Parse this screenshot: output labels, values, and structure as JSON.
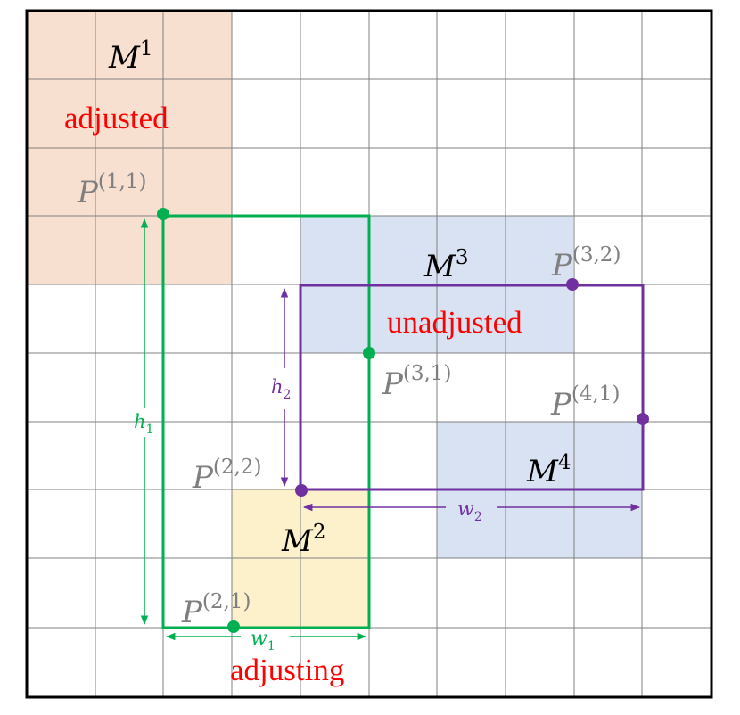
{
  "colors": {
    "grid": "#808080",
    "frame": "#000000",
    "green": "#00B050",
    "purple": "#7030A0",
    "red": "#FF0000",
    "gray_label": "#7F7F7F",
    "black_label": "#000000",
    "fill_m1": "#F8E0D1",
    "fill_m2": "#FDF1CC",
    "fill_m3m4": "#D9E2F2"
  },
  "labels": {
    "m1": "M",
    "m1_sup": "1",
    "m2": "M",
    "m2_sup": "2",
    "m3": "M",
    "m3_sup": "3",
    "m4": "M",
    "m4_sup": "4",
    "adjusted": "adjusted",
    "unadjusted": "unadjusted",
    "adjusting": "adjusting",
    "p11": "P",
    "p11_sup": "(1,1)",
    "p21": "P",
    "p21_sup": "(2,1)",
    "p22": "P",
    "p22_sup": "(2,2)",
    "p31": "P",
    "p31_sup": "(3,1)",
    "p32": "P",
    "p32_sup": "(3,2)",
    "p41": "P",
    "p41_sup": "(4,1)",
    "h1": "h",
    "h1_sub": "1",
    "h2": "h",
    "h2_sub": "2",
    "w1": "w",
    "w1_sub": "1",
    "w2": "w",
    "w2_sub": "2"
  }
}
